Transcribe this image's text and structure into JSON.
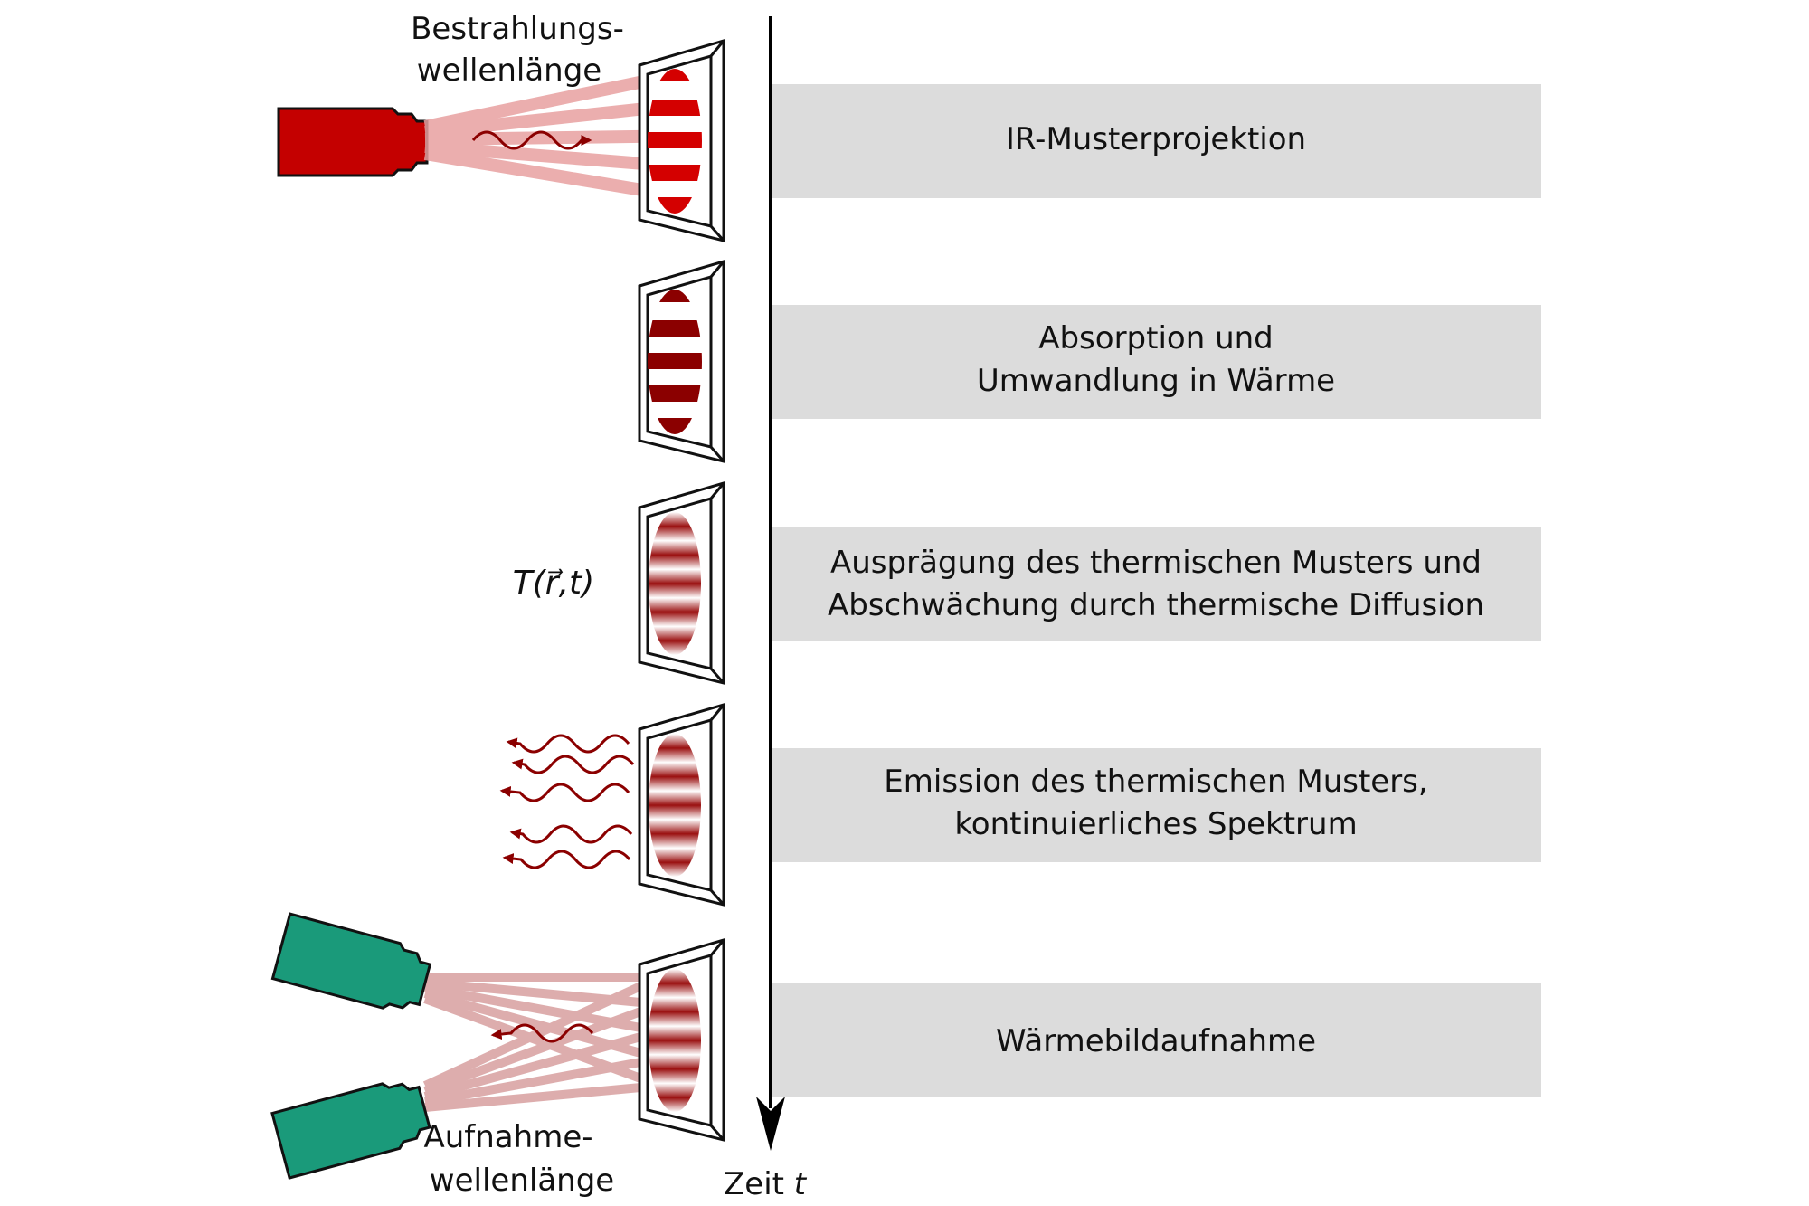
{
  "steps": [
    {
      "lines": [
        "IR-Musterprojektion"
      ]
    },
    {
      "lines": [
        "Absorption und",
        "Umwandlung in Wärme"
      ]
    },
    {
      "lines": [
        "Ausprägung des thermischen Musters und",
        "Abschwächung durch thermische Diffusion"
      ]
    },
    {
      "lines": [
        "Emission des thermischen Musters,",
        "kontinuierliches Spektrum"
      ]
    },
    {
      "lines": [
        "Wärmebildaufnahme"
      ]
    }
  ],
  "labels": {
    "irradiation_line1": "Bestrahlungs-",
    "irradiation_line2": "wellenlänge",
    "recording_line1": "Aufnahme-",
    "recording_line2": "wellenlänge",
    "temperature": "T(r⃗,t)",
    "time_axis_prefix": "Zeit ",
    "time_axis_var": "t"
  },
  "colors": {
    "projector": "#c40000",
    "camera": "#1a9a7a",
    "heat": "#8b0000",
    "box": "#dcdcdc"
  }
}
